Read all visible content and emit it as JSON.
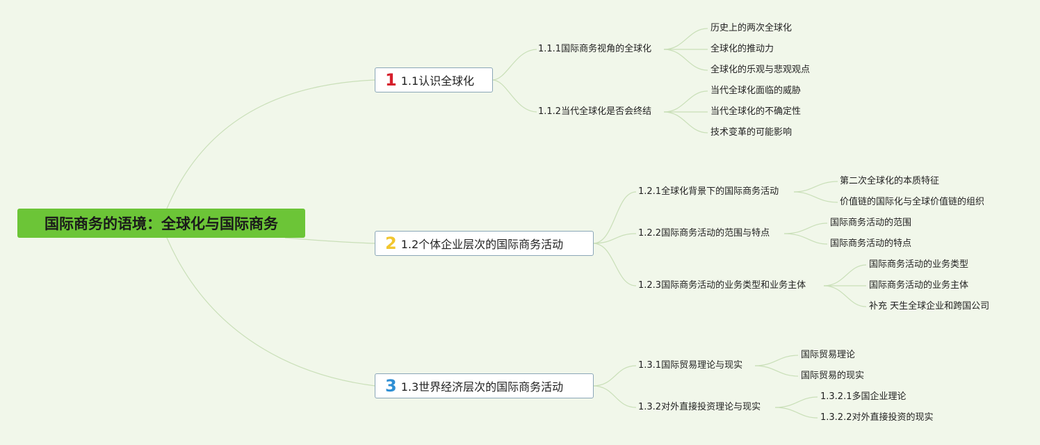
{
  "root": {
    "title": "国际商务的语境：全球化与国际商务"
  },
  "topics": [
    {
      "num": "1",
      "label": "1.1认识全球化",
      "subs": [
        {
          "label": "1.1.1国际商务视角的全球化",
          "leaves": [
            "历史上的两次全球化",
            "全球化的推动力",
            "全球化的乐观与悲观观点"
          ]
        },
        {
          "label": "1.1.2当代全球化是否会终结",
          "leaves": [
            "当代全球化面临的威胁",
            "当代全球化的不确定性",
            "技术变革的可能影响"
          ]
        }
      ]
    },
    {
      "num": "2",
      "label": "1.2个体企业层次的国际商务活动",
      "subs": [
        {
          "label": "1.2.1全球化背景下的国际商务活动",
          "leaves": [
            "第二次全球化的本质特征",
            "价值链的国际化与全球价值链的组织"
          ]
        },
        {
          "label": "1.2.2国际商务活动的范围与特点",
          "leaves": [
            "国际商务活动的范围",
            "国际商务活动的特点"
          ]
        },
        {
          "label": "1.2.3国际商务活动的业务类型和业务主体",
          "leaves": [
            "国际商务活动的业务类型",
            "国际商务活动的业务主体",
            "补充 天生全球企业和跨国公司"
          ]
        }
      ]
    },
    {
      "num": "3",
      "label": "1.3世界经济层次的国际商务活动",
      "subs": [
        {
          "label": "1.3.1国际贸易理论与现实",
          "leaves": [
            "国际贸易理论",
            "国际贸易的现实"
          ]
        },
        {
          "label": "1.3.2对外直接投资理论与现实",
          "leaves": [
            "1.3.2.1多国企业理论",
            "1.3.2.2对外直接投资的现实"
          ]
        }
      ]
    }
  ]
}
